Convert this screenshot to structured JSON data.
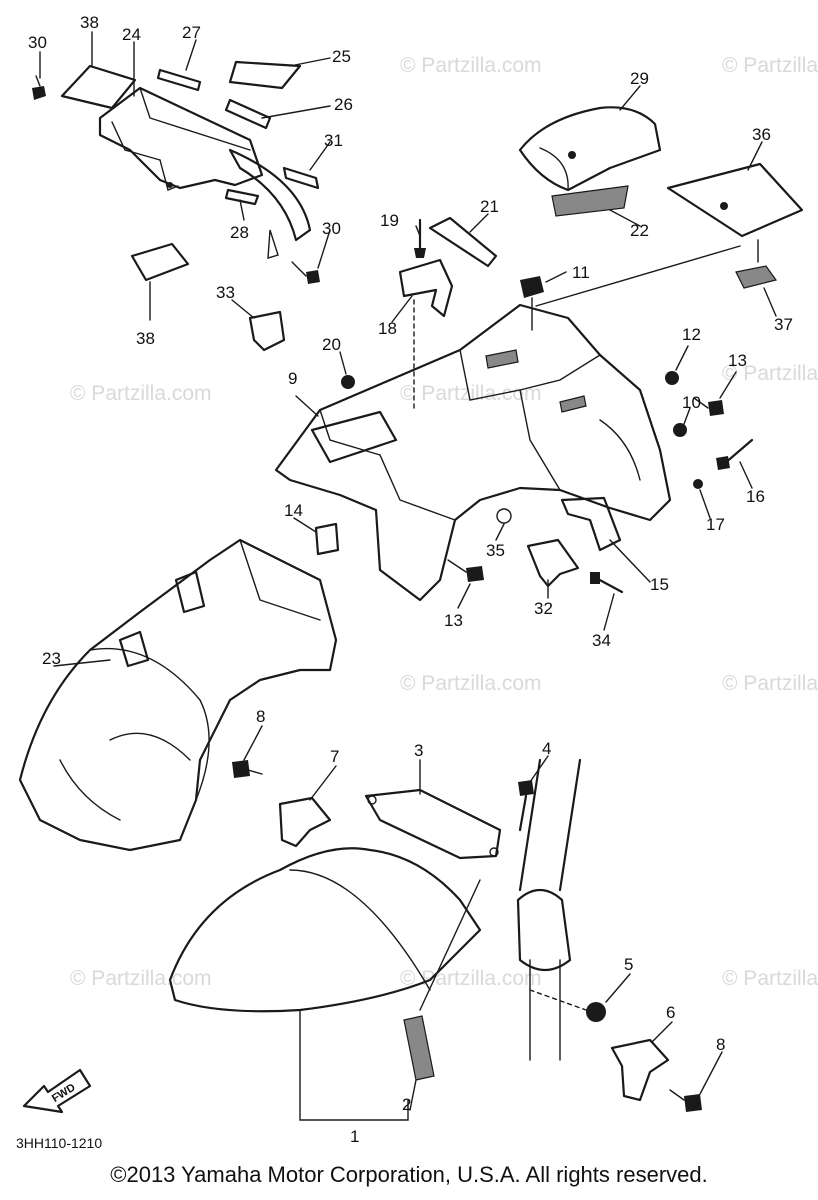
{
  "watermark": "© Partzilla.com",
  "diagram_code": "3HH110-1210",
  "fwd_label": "FWD",
  "copyright": "©2013 Yamaha Motor Corporation, U.S.A. All rights reserved.",
  "callouts": [
    "1",
    "2",
    "3",
    "4",
    "5",
    "6",
    "7",
    "8",
    "9",
    "10",
    "11",
    "12",
    "13",
    "14",
    "15",
    "16",
    "17",
    "18",
    "19",
    "20",
    "21",
    "22",
    "23",
    "24",
    "25",
    "26",
    "27",
    "28",
    "29",
    "30",
    "31",
    "32",
    "33",
    "34",
    "35",
    "36",
    "37",
    "38"
  ]
}
